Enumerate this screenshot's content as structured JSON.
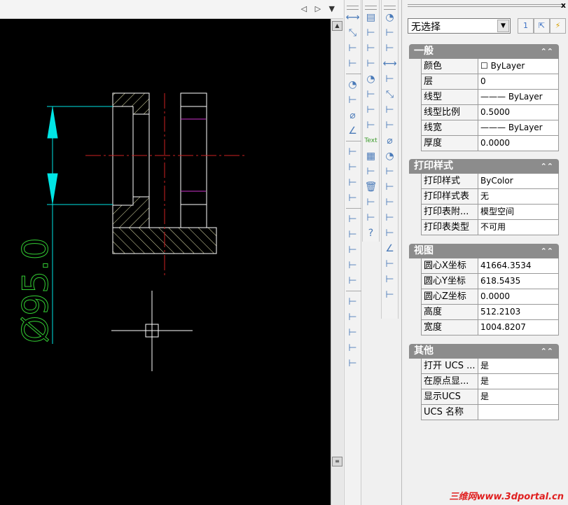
{
  "tabbar": {
    "nav": "◁ ▷ ▼"
  },
  "drawing": {
    "dimension_text": "Ø95.0",
    "colors": {
      "background": "#000000",
      "geometry": "#ffffff",
      "centerline": "#cc2222",
      "dimension": "#00e5e5",
      "dim_text": "#33cc33",
      "hidden": "#cc33cc",
      "hatch": "#e8e8b0"
    }
  },
  "toolbars": {
    "col1": [
      "linear-dim-icon",
      "aligned-dim-icon",
      "arc-length-dim-icon",
      "ordinate-dim-icon",
      "sep",
      "radius-dim-icon",
      "jogged-dim-icon",
      "diameter-dim-icon",
      "angular-dim-icon",
      "sep",
      "quick-dim-icon",
      "baseline-dim-icon",
      "continue-dim-icon",
      "dim-space-icon",
      "sep",
      "dim-break-icon",
      "tolerance-icon",
      "center-mark-icon",
      "inspection-icon",
      "jogged-linear-icon",
      "sep",
      "dim-edit-icon",
      "dim-text-edit-icon",
      "dim-update-icon",
      "dim-style-icon",
      "dim-override-icon"
    ],
    "col2": [
      "layer-icon",
      "balloon-icon",
      "leader-icon",
      "chamfer-icon",
      "radius-icon",
      "surface-finish-icon",
      "section-icon",
      "eraser-icon",
      "text-icon",
      "table-icon",
      "hole-icon",
      "delete-icon",
      "parts-list-icon",
      "bom-icon",
      "help-icon"
    ],
    "col3": [
      "radius-icon",
      "ordinate-icon",
      "baseline-icon",
      "linear-icon",
      "vertical-icon",
      "aligned-icon",
      "datum-icon",
      "weld-icon",
      "diameter-icon",
      "radius2-icon",
      "jogged-icon",
      "ordinate2-icon",
      "arc-icon",
      "continue-icon",
      "baseline2-icon",
      "angular-icon",
      "leader-icon",
      "center-icon",
      "coordinate-icon"
    ]
  },
  "toolbar_glyphs": {
    "text-icon": "Text"
  },
  "properties": {
    "selection": "无选择",
    "buttons": [
      "1",
      "⇱",
      "⚡"
    ],
    "sections": [
      {
        "title": "一般",
        "rows": [
          [
            "颜色",
            "☐ ByLayer"
          ],
          [
            "层",
            "0"
          ],
          [
            "线型",
            "——— ByLayer"
          ],
          [
            "线型比例",
            "0.5000"
          ],
          [
            "线宽",
            "——— ByLayer"
          ],
          [
            "厚度",
            "0.0000"
          ]
        ]
      },
      {
        "title": "打印样式",
        "rows": [
          [
            "打印样式",
            "ByColor"
          ],
          [
            "打印样式表",
            "无"
          ],
          [
            "打印表附...",
            "模型空间"
          ],
          [
            "打印表类型",
            "不可用"
          ]
        ]
      },
      {
        "title": "视图",
        "rows": [
          [
            "圆心X坐标",
            "41664.3534"
          ],
          [
            "圆心Y坐标",
            "618.5435"
          ],
          [
            "圆心Z坐标",
            "0.0000"
          ],
          [
            "高度",
            "512.2103"
          ],
          [
            "宽度",
            "1004.8207"
          ]
        ]
      },
      {
        "title": "其他",
        "rows": [
          [
            "打开 UCS ...",
            "是"
          ],
          [
            "在原点显...",
            "是"
          ],
          [
            "显示UCS",
            "是"
          ],
          [
            "UCS 名称",
            ""
          ]
        ]
      }
    ]
  },
  "watermark": "三维网www.3dportal.cn"
}
